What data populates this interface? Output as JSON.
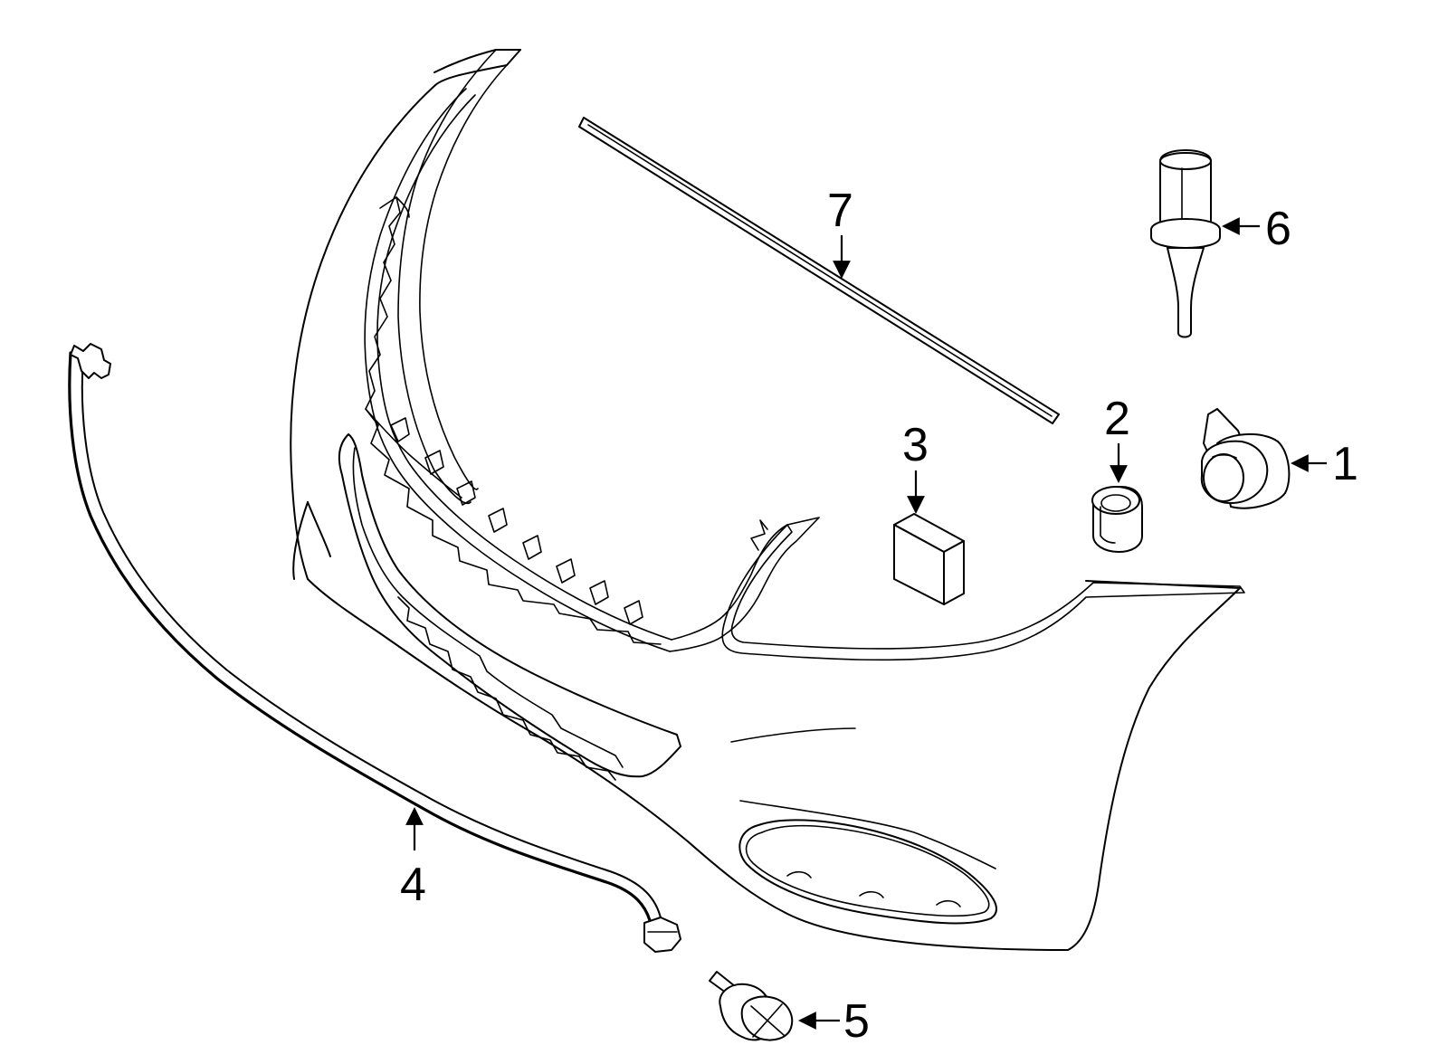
{
  "diagram": {
    "callouts": [
      {
        "id": "1",
        "label": "1",
        "part": "park-assist-sensor"
      },
      {
        "id": "2",
        "label": "2",
        "part": "sensor-retainer-ring"
      },
      {
        "id": "3",
        "label": "3",
        "part": "control-module"
      },
      {
        "id": "4",
        "label": "4",
        "part": "wiring-harness"
      },
      {
        "id": "5",
        "label": "5",
        "part": "push-pin-retainer"
      },
      {
        "id": "6",
        "label": "6",
        "part": "temperature-sensor"
      },
      {
        "id": "7",
        "label": "7",
        "part": "molding-strip"
      }
    ]
  },
  "colors": {
    "line": "#000000",
    "background": "#ffffff"
  }
}
